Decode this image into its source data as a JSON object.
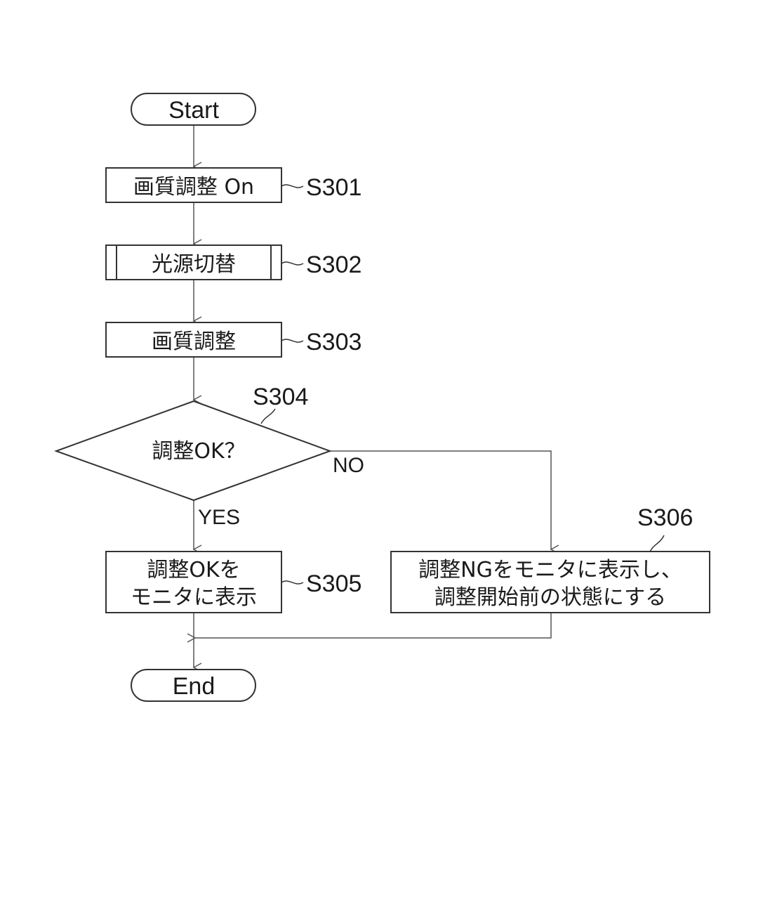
{
  "flowchart": {
    "start": "Start",
    "end": "End",
    "s301": {
      "text": "画質調整 On",
      "step": "S301"
    },
    "s302": {
      "text": "光源切替",
      "step": "S302"
    },
    "s303": {
      "text": "画質調整",
      "step": "S303"
    },
    "s304": {
      "text": "調整OK？",
      "step": "S304",
      "no": "NO",
      "yes": "YES"
    },
    "s305": {
      "line1": "調整OKを",
      "line2": "モニタに表示",
      "step": "S305"
    },
    "s306": {
      "line1": "調整NGをモニタに表示し、",
      "line2": "調整開始前の状態にする",
      "step": "S306"
    }
  }
}
